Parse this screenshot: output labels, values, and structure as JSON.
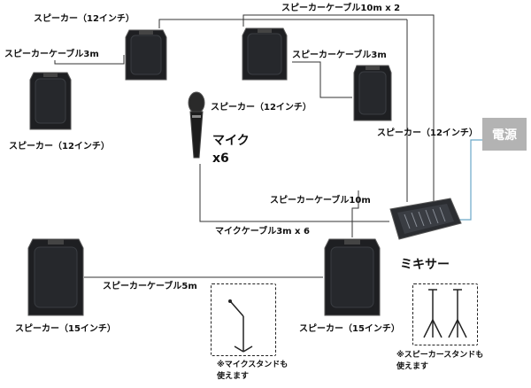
{
  "labels": {
    "speaker_12_top": "スピーカー（12インチ）",
    "cable_10m_x2": "スピーカーケーブル10m x 2",
    "cable_3m_left": "スピーカーケーブル3m",
    "cable_3m_right": "スピーカーケーブル3m",
    "speaker_12_left": "スピーカー（12インチ）",
    "speaker_12_mid": "スピーカー（12インチ）",
    "speaker_12_right": "スピーカー（12インチ）",
    "power": "電源",
    "mic": "マイク",
    "mic_count": "x6",
    "cable_10m": "スピーカーケーブル10m",
    "mic_cable": "マイクケーブル3m x 6",
    "mixer": "ミキサー",
    "cable_5m": "スピーカーケーブル5m",
    "speaker_15_left": "スピーカー（15インチ）",
    "speaker_15_right": "スピーカー（15インチ）",
    "mic_stand_note_1": "※マイクスタンドも",
    "mic_stand_note_2": "使えます",
    "speaker_stand_note_1": "※スピーカースタンドも",
    "speaker_stand_note_2": "使えます"
  },
  "colors": {
    "wire": "#333333",
    "power_wire": "#6aa6c8",
    "power_box": "#b3b3b3",
    "speaker_body": "#1e1f22"
  }
}
